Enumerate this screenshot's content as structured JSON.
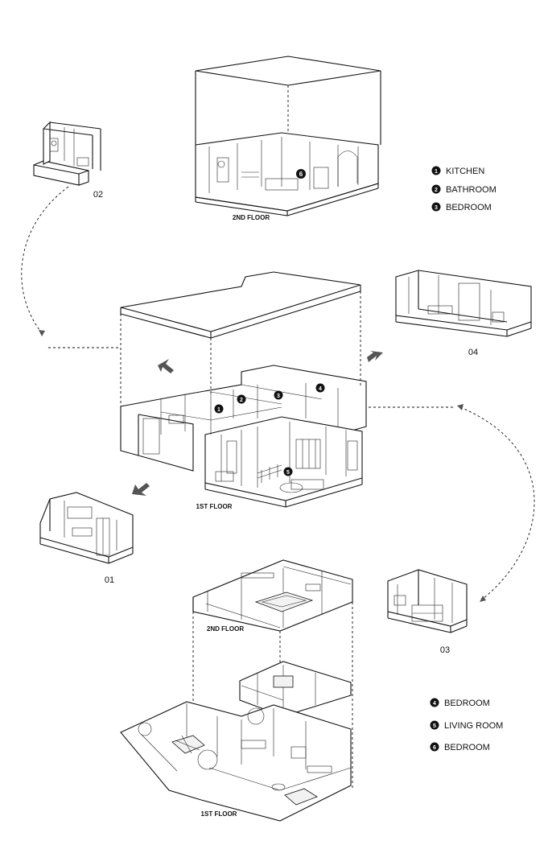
{
  "labels": {
    "floor2_top": "2ND FLOOR",
    "floor1_mid": "1ST FLOOR",
    "floor2_plan": "2ND FLOOR",
    "floor1_plan": "1ST FLOOR"
  },
  "views": {
    "v01": "01",
    "v02": "02",
    "v03": "03",
    "v04": "04"
  },
  "legend_top": [
    {
      "num": "1",
      "text": "KITCHEN"
    },
    {
      "num": "2",
      "text": "BATHROOM"
    },
    {
      "num": "3",
      "text": "BEDROOM"
    }
  ],
  "legend_bottom": [
    {
      "num": "4",
      "text": "BEDROOM"
    },
    {
      "num": "5",
      "text": "LIVING ROOM"
    },
    {
      "num": "6",
      "text": "BEDROOM"
    }
  ],
  "markers": {
    "m1": "1",
    "m2": "2",
    "m3": "3",
    "m4": "4",
    "m5": "5",
    "m6": "6"
  }
}
